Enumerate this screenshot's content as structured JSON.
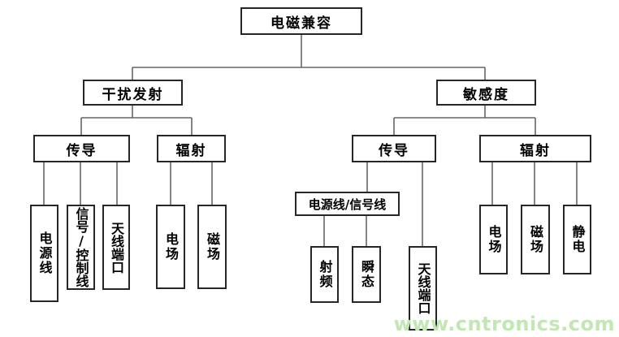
{
  "diagram": {
    "title_node": "电磁兼容",
    "nodes": {
      "root": "电磁兼容",
      "emission": "干扰发射",
      "susceptibility": "敏感度",
      "emission_conduction": "传导",
      "emission_radiation": "辐射",
      "power_line": "电源线",
      "signal_control_line": "信号/控制线",
      "antenna_port_emission": "天线端口",
      "e_field_emission": "电场",
      "m_field_emission": "磁场",
      "susceptibility_conduction": "传导",
      "susceptibility_radiation": "辐射",
      "power_signal_line": "电源线/信号线",
      "rf": "射频",
      "transient": "瞬态",
      "antenna_port_susceptibility": "天线端口",
      "e_field_susceptibility": "电场",
      "m_field_susceptibility": "磁场",
      "esd": "静电"
    },
    "watermark": "www.cntronics.com",
    "colors": {
      "background": "#ffffff",
      "box_border": "#262626",
      "connector": "#666666",
      "text": "#000000",
      "watermark": "#c2e6b4"
    }
  }
}
